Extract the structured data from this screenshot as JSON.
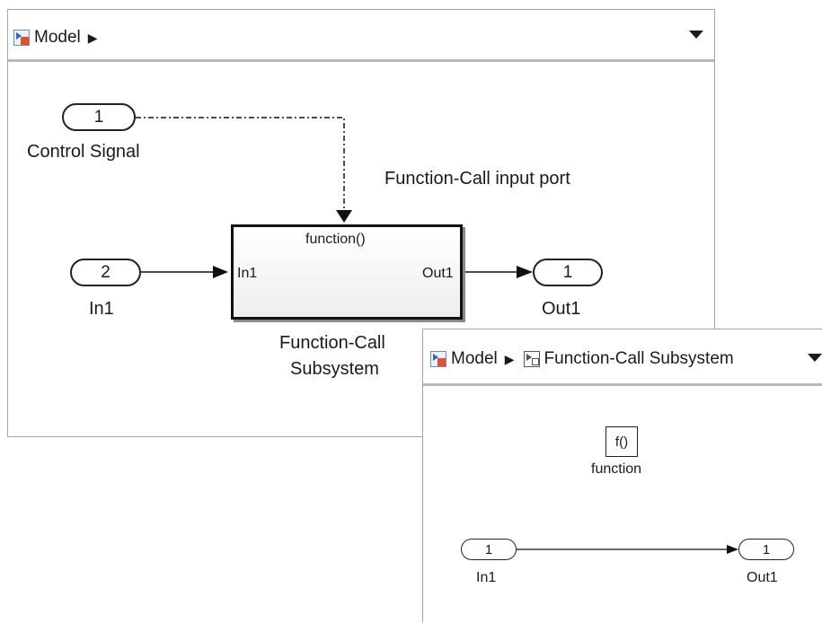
{
  "top_panel": {
    "breadcrumb": {
      "model_label": "Model",
      "separator": "▶"
    },
    "control_port": {
      "number": "1",
      "label": "Control Signal"
    },
    "in1_port": {
      "number": "2",
      "label": "In1"
    },
    "out1_port": {
      "number": "1",
      "label": "Out1"
    },
    "subsystem": {
      "trigger_label": "function()",
      "in_label": "In1",
      "out_label": "Out1",
      "name_line1": "Function-Call",
      "name_line2": "Subsystem"
    },
    "annotation": "Function-Call input port"
  },
  "bottom_panel": {
    "breadcrumb": {
      "model_label": "Model",
      "separator": "▶",
      "subsystem_label": "Function-Call Subsystem"
    },
    "trigger_block": {
      "text": "f()",
      "label": "function"
    },
    "in1_port": {
      "number": "1",
      "label": "In1"
    },
    "out1_port": {
      "number": "1",
      "label": "Out1"
    }
  }
}
